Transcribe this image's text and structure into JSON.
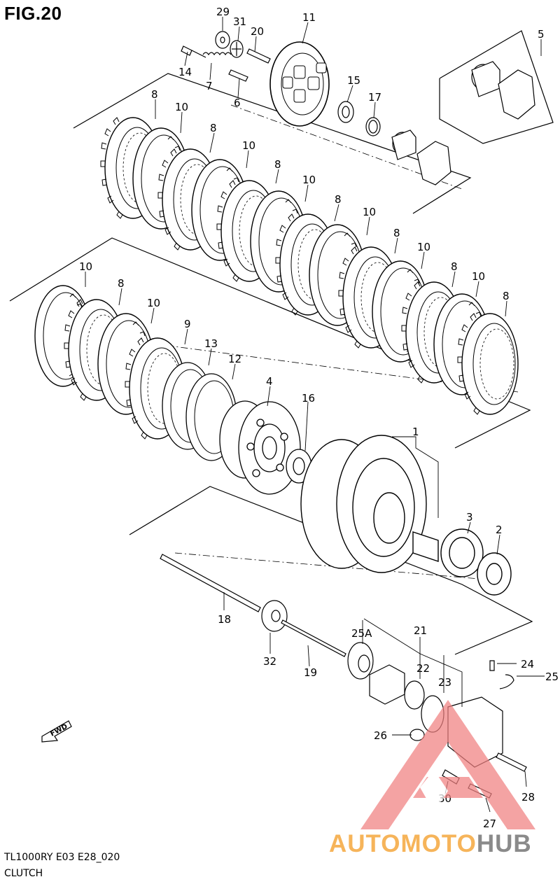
{
  "figure": {
    "title": "FIG.20",
    "model_code": "TL1000RY E03 E28_020",
    "section_name": "CLUTCH",
    "direction_label": "FWD"
  },
  "callouts": [
    "29",
    "31",
    "20",
    "11",
    "5",
    "14",
    "7",
    "6",
    "15",
    "17",
    "8",
    "10",
    "8",
    "10",
    "8",
    "10",
    "8",
    "10",
    "8",
    "10",
    "8",
    "10",
    "8",
    "10",
    "8",
    "10",
    "9",
    "13",
    "12",
    "4",
    "16",
    "1",
    "3",
    "2",
    "18",
    "32",
    "19",
    "25A",
    "21",
    "22",
    "23",
    "24",
    "25",
    "26",
    "28",
    "30",
    "27"
  ],
  "watermark": {
    "word_part1": "AUTOMOTO",
    "word_part2": "HUB",
    "color_primary": "#f08080",
    "color_secondary": "#f6b45a",
    "color_tertiary": "#8a8a8a"
  }
}
